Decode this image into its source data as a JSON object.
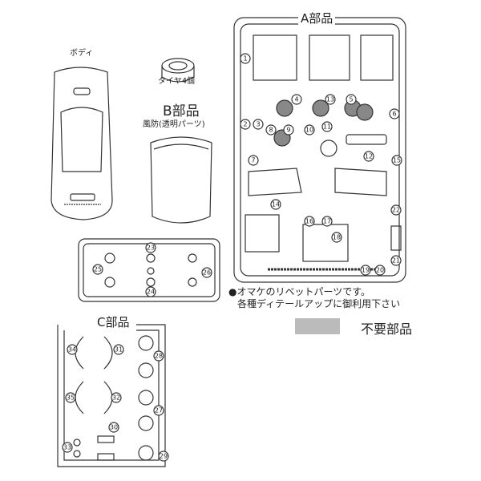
{
  "labels": {
    "body": "ボディ",
    "tire": "タイヤ4個",
    "b_title": "B部品",
    "b_sub": "風防(透明パーツ)",
    "a_title": "A部品",
    "c_title": "C部品",
    "note_line1": "●オマケのリベットパーツです。",
    "note_line2": "各種ディテールアップに御利用下さい",
    "unused": "不要部品"
  },
  "part_numbers": [
    "1",
    "2",
    "3",
    "4",
    "5",
    "6",
    "7",
    "8",
    "9",
    "10",
    "11",
    "12",
    "13",
    "14",
    "15",
    "16",
    "17",
    "18",
    "19",
    "20",
    "21",
    "22",
    "23",
    "24",
    "25",
    "26",
    "27",
    "28",
    "29",
    "30",
    "31",
    "32",
    "33",
    "34",
    "35"
  ]
}
